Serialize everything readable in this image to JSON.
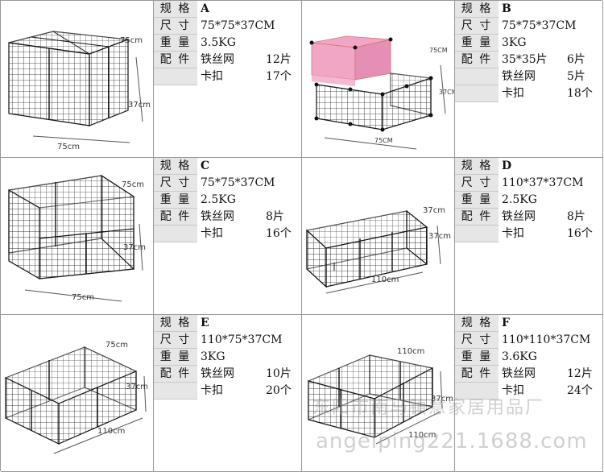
{
  "labels": {
    "spec": "规 格",
    "size": "尺 寸",
    "weight": "重 量",
    "parts": "配 件"
  },
  "models": [
    {
      "code": "A",
      "size": "75*75*37CM",
      "weight": "3.5KG",
      "parts": [
        {
          "name": "铁丝网",
          "qty": "12片"
        },
        {
          "name": "卡扣",
          "qty": "17个"
        }
      ],
      "dims": {
        "top": "75cm",
        "side": "37cm",
        "bottom": "75cm"
      }
    },
    {
      "code": "B",
      "size": "75*75*37CM",
      "weight": "3KG",
      "parts": [
        {
          "name": "35*35片",
          "qty": "6片"
        },
        {
          "name": "铁丝网",
          "qty": "5片"
        },
        {
          "name": "卡扣",
          "qty": "18个"
        }
      ],
      "dims": {
        "top": "75CM",
        "side": "37CM",
        "bottom": "75CM"
      }
    },
    {
      "code": "C",
      "size": "75*75*37CM",
      "weight": "2.5KG",
      "parts": [
        {
          "name": "铁丝网",
          "qty": "8片"
        },
        {
          "name": "卡扣",
          "qty": "16个"
        }
      ],
      "dims": {
        "top": "75cm",
        "side": "37cm",
        "bottom": "75cm"
      }
    },
    {
      "code": "D",
      "size": "110*37*37CM",
      "weight": "2.5KG",
      "parts": [
        {
          "name": "铁丝网",
          "qty": "8片"
        },
        {
          "name": "卡扣",
          "qty": "16个"
        }
      ],
      "dims": {
        "top": "37cm",
        "side": "37cm",
        "bottom": "110cm"
      }
    },
    {
      "code": "E",
      "size": "110*75*37CM",
      "weight": "3KG",
      "parts": [
        {
          "name": "铁丝网",
          "qty": "10片"
        },
        {
          "name": "卡扣",
          "qty": "20个"
        }
      ],
      "dims": {
        "top": "75cm",
        "side": "37cm",
        "bottom": "110cm"
      }
    },
    {
      "code": "F",
      "size": "110*110*37CM",
      "weight": "3.6KG",
      "parts": [
        {
          "name": "铁丝网",
          "qty": "12片"
        },
        {
          "name": "卡扣",
          "qty": "24个"
        }
      ],
      "dims": {
        "top": "110cm",
        "side": "37cm",
        "bottom": "110cm"
      }
    }
  ],
  "watermark": {
    "line1": "东阳市南马镇意家居用品厂",
    "line2": "angelping221.1688.com"
  },
  "colors": {
    "grid": "#111111",
    "pink_panel": "#f2a6c6",
    "label_bg": "#e6e6e6"
  }
}
